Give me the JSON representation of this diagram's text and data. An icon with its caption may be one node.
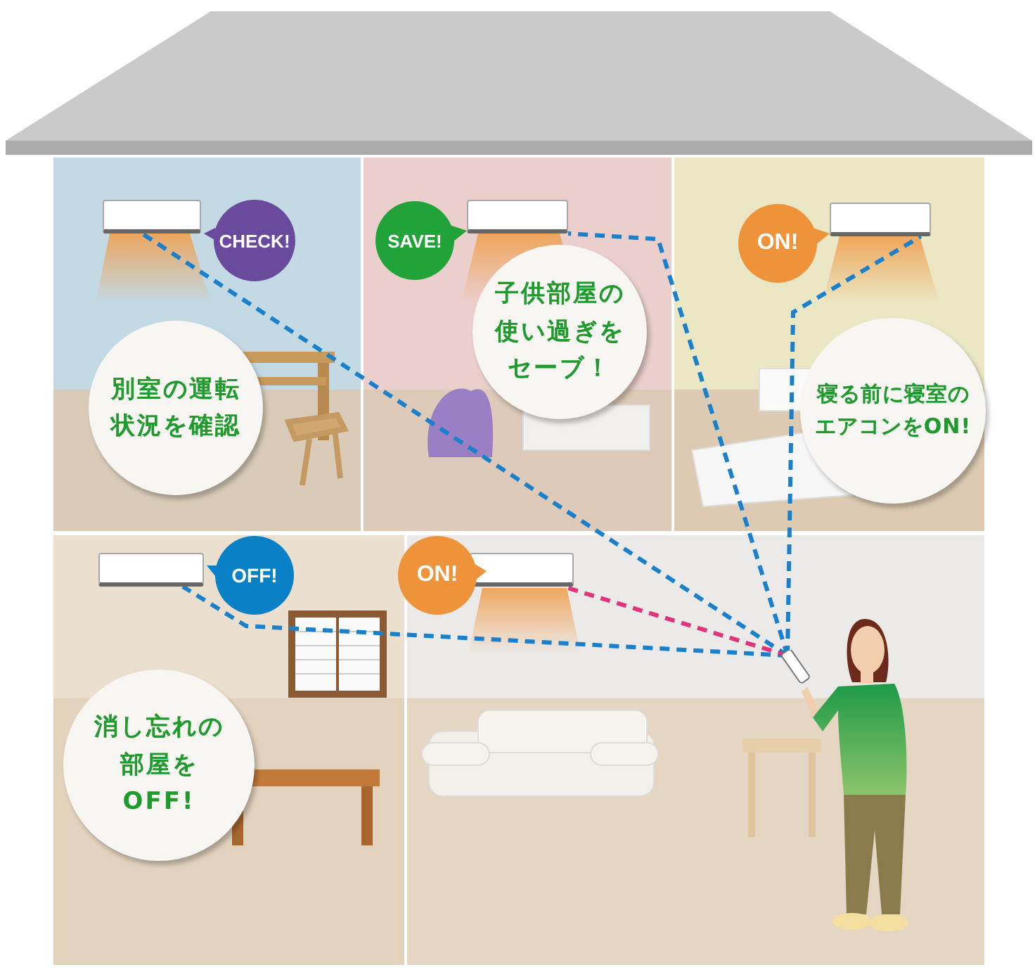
{
  "diagram": {
    "nodes": [
      {
        "text": [],
        "shape": "box"
      },
      {
        "text": [
          "CHECK!"
        ]
      },
      {
        "text": [
          "別室の運転状況を確認"
        ]
      },
      {
        "text": [],
        "shape": "box"
      },
      {
        "text": [
          "SAVE!"
        ]
      },
      {
        "text": [
          "子供部屋の使い過ぎをセーブ！"
        ]
      },
      {
        "text": [],
        "shape": "box"
      },
      {
        "text": [
          "ON!"
        ]
      },
      {
        "text": [
          "寝る前に寝室のエアコンをON!"
        ]
      },
      {
        "text": [],
        "shape": "box"
      },
      {
        "text": [
          "OFF!"
        ]
      },
      {
        "text": [
          "消し忘れの部屋をOFF!"
        ]
      },
      {
        "text": [],
        "shape": "box"
      },
      {
        "text": [
          "ON!"
        ]
      },
      {
        "text": [],
        "shape": "box"
      }
    ],
    "edges": [
      {
        "from": 14,
        "to": 0,
        "arrow": "none",
        "style": "dashed"
      },
      {
        "from": 14,
        "to": 3,
        "arrow": "none",
        "style": "dashed"
      },
      {
        "from": 14,
        "to": 6,
        "arrow": "none",
        "style": "dashed"
      },
      {
        "from": 14,
        "to": 9,
        "arrow": "none",
        "style": "dashed"
      },
      {
        "from": 14,
        "to": 12,
        "arrow": "none",
        "style": "dashed",
        "color": "#e0357a"
      }
    ]
  }
}
